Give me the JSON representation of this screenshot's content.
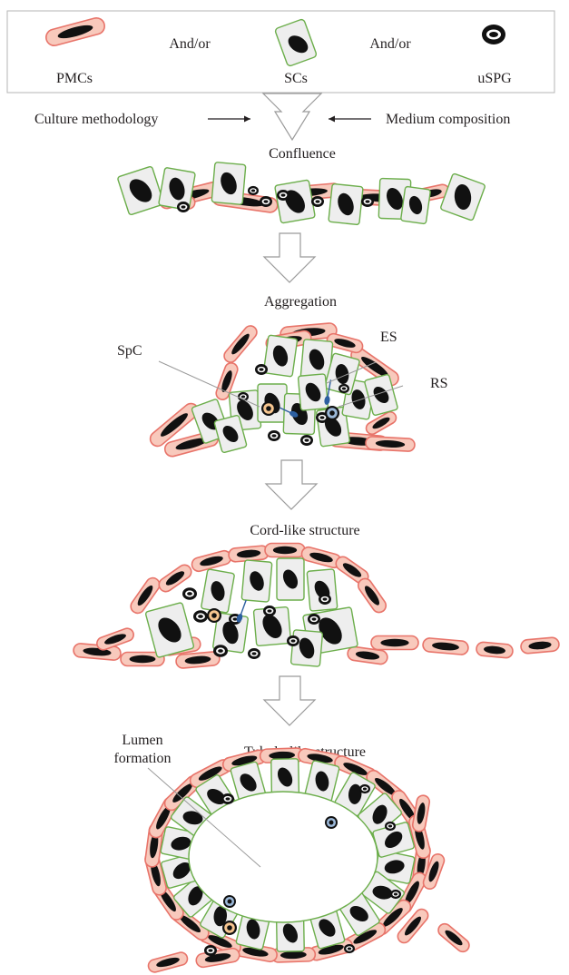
{
  "legend": {
    "pmc_label": "PMCs",
    "connector_1": "And/or",
    "sc_label": "SCs",
    "connector_2": "And/or",
    "uspg_label": "uSPG"
  },
  "inputs": {
    "left": "Culture methodology",
    "right": "Medium composition"
  },
  "stages": {
    "confluence": "Confluence",
    "aggregation": "Aggregation",
    "cord": "Cord-like structure",
    "tubule": "Tubule-like structure"
  },
  "annotations": {
    "spc": "SpC",
    "es": "ES",
    "rs": "RS",
    "lumen_line1": "Lumen",
    "lumen_line2": "formation"
  },
  "colors": {
    "pmc_fill": "#f8c9bc",
    "pmc_stroke": "#e8746a",
    "sc_fill": "#eeeeee",
    "sc_stroke": "#6cae4b",
    "spermatocyte": "#f6c58f",
    "round_spermatid": "#9bb8d8"
  }
}
